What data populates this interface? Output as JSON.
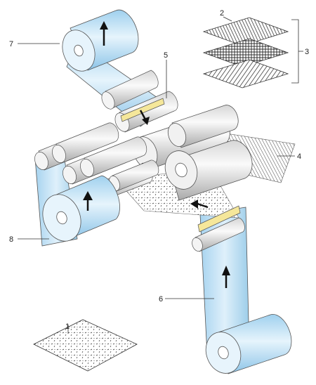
{
  "labels": {
    "l1": "1",
    "l2": "2",
    "l3": "3",
    "l4": "4",
    "l5": "5",
    "l6": "6",
    "l7": "7",
    "l8": "8"
  },
  "colors": {
    "sheet": "#bfe0f5",
    "sheet_dark": "#8cc4e8",
    "roller_light": "#f4f4f4",
    "roller_dark": "#b9b9b9",
    "line": "#333333"
  }
}
